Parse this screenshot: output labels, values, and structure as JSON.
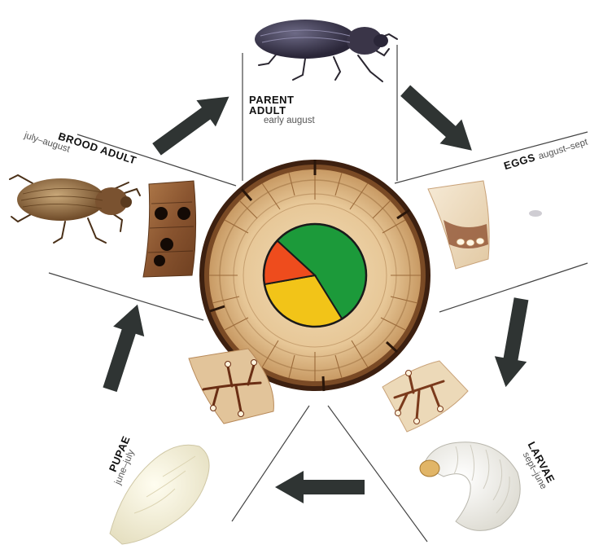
{
  "stages": {
    "parent": {
      "title_1": "PARENT",
      "title_2": "ADULT",
      "period": "early august"
    },
    "eggs": {
      "title": "EGGS",
      "period": "august–sept"
    },
    "larvae": {
      "title": "LARVAE",
      "period": "sept–june"
    },
    "pupae": {
      "title": "PUPAE",
      "period": "june–july"
    },
    "brood": {
      "title": "BROOD ADULT",
      "period": "july–august"
    }
  },
  "pie": {
    "colors": {
      "green": "#1c9a3a",
      "yellow": "#f2c418",
      "red": "#ee4c1d"
    }
  }
}
